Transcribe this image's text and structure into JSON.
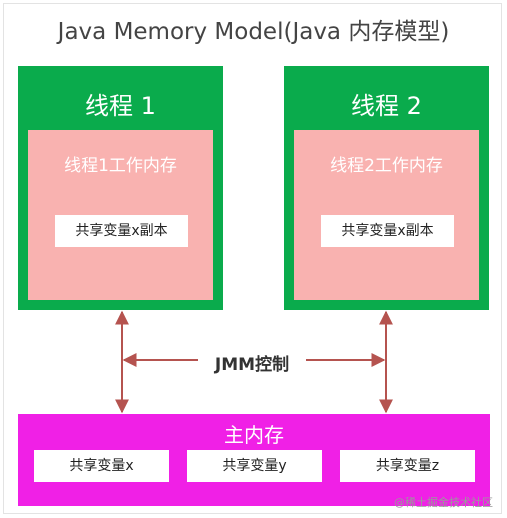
{
  "title": "Java Memory Model(Java 内存模型)",
  "threads": [
    {
      "label": "线程 1",
      "work_memory": "线程1工作内存",
      "copy": "共享变量x副本"
    },
    {
      "label": "线程 2",
      "work_memory": "线程2工作内存",
      "copy": "共享变量x副本"
    }
  ],
  "jmm_label": "JMM控制",
  "main_memory": {
    "label": "主内存",
    "vars": [
      "共享变量x",
      "共享变量y",
      "共享变量z"
    ]
  },
  "watermark": "@稀土掘金技术社区",
  "colors": {
    "thread": "#0aab4c",
    "work_memory": "#f9b2b0",
    "main_memory": "#f020e6",
    "arrow": "#b5534f"
  }
}
